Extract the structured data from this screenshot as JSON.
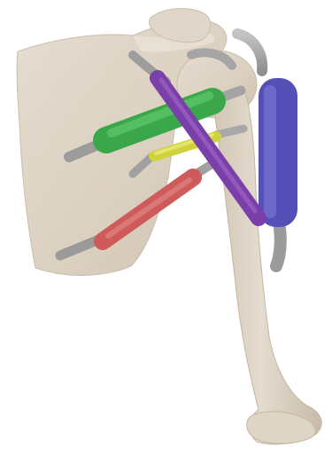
{
  "scene": {
    "subject": "shoulder-musculoskeletal-model",
    "background_color": "#ffffff",
    "bone_color": "#e3d8c8",
    "bone_shadow_color": "#cbbfae",
    "tendon_color": "#a9a9a9",
    "muscles": [
      {
        "id": "green-muscle",
        "color": "#3aa84a"
      },
      {
        "id": "yellow-muscle",
        "color": "#cfd23a"
      },
      {
        "id": "red-muscle",
        "color": "#cf5a5a"
      },
      {
        "id": "purple-muscle",
        "color": "#7a3fa8"
      },
      {
        "id": "blue-muscle",
        "color": "#5550b8"
      }
    ]
  }
}
